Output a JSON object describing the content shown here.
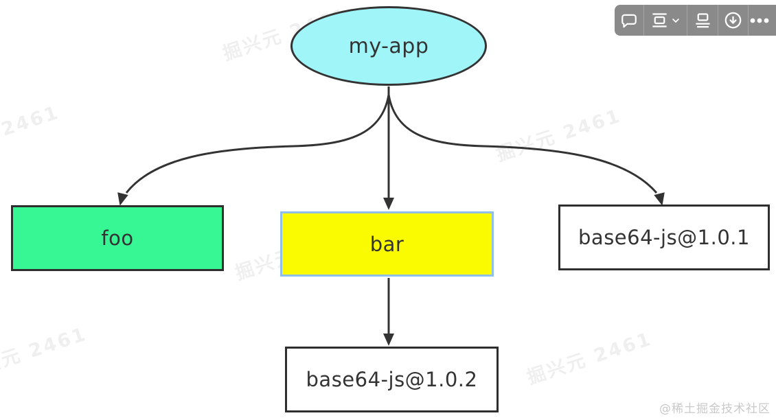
{
  "diagram": {
    "stroke_color": "#333333",
    "nodes": {
      "my_app": {
        "label": "my-app",
        "shape": "ellipse",
        "fill": "#a0f5f8"
      },
      "foo": {
        "label": "foo",
        "shape": "rect",
        "fill": "#36f794"
      },
      "bar": {
        "label": "bar",
        "shape": "rect",
        "fill": "#fafa00",
        "selected": true,
        "selection_border": "#90bfe9"
      },
      "base64_v101": {
        "label": "base64-js@1.0.1",
        "shape": "rect",
        "fill": "#ffffff"
      },
      "base64_v102": {
        "label": "base64-js@1.0.2",
        "shape": "rect",
        "fill": "#ffffff"
      }
    },
    "edges": [
      {
        "from": "my-app",
        "to": "foo"
      },
      {
        "from": "my-app",
        "to": "bar"
      },
      {
        "from": "my-app",
        "to": "base64-js@1.0.1"
      },
      {
        "from": "bar",
        "to": "base64-js@1.0.2"
      }
    ]
  },
  "toolbar": {
    "background": "#8a8a8a",
    "icon_color": "#ffffff",
    "buttons": [
      {
        "name": "comment"
      },
      {
        "name": "spacing",
        "has_dropdown": true
      },
      {
        "name": "align-top"
      },
      {
        "name": "download"
      },
      {
        "name": "more"
      }
    ]
  },
  "watermarks": {
    "diagonal_text": "掘兴元 2461",
    "credit": "@稀土掘金技术社区"
  }
}
